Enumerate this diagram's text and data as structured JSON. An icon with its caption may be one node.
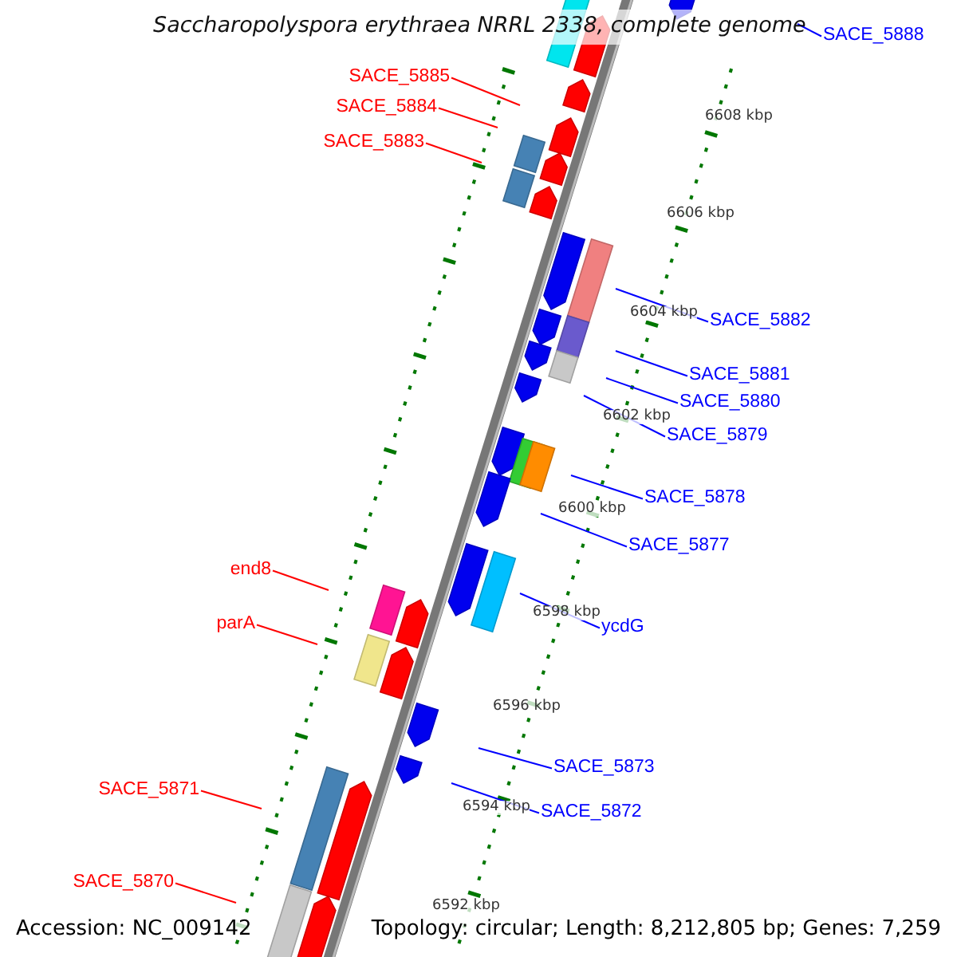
{
  "diagram": {
    "title": "Saccharopolyspora erythraea NRRL 2338, complete genome",
    "nodes": [
      {
        "text": [
          "SACE_5888"
        ]
      },
      {
        "text": [
          "SACE_5885"
        ]
      },
      {
        "text": [
          "SACE_5884"
        ]
      },
      {
        "text": [
          "SACE_5883"
        ]
      },
      {
        "text": [
          "SACE_5882"
        ]
      },
      {
        "text": [
          "SACE_5881"
        ]
      },
      {
        "text": [
          "SACE_5880"
        ]
      },
      {
        "text": [
          "SACE_5879"
        ]
      },
      {
        "text": [
          "SACE_5878"
        ]
      },
      {
        "text": [
          "SACE_5877"
        ]
      },
      {
        "text": [
          "end8"
        ]
      },
      {
        "text": [
          "ycdG"
        ]
      },
      {
        "text": [
          "parA"
        ]
      },
      {
        "text": [
          "SACE_5873"
        ]
      },
      {
        "text": [
          "SACE_5871"
        ]
      },
      {
        "text": [
          "SACE_5872"
        ]
      },
      {
        "text": [
          "SACE_5870"
        ]
      }
    ],
    "edges": [
      {
        "from": 0,
        "to": null,
        "arrow": "none"
      },
      {
        "from": 1,
        "to": null,
        "arrow": "none",
        "color": "#ff0000"
      },
      {
        "from": 2,
        "to": null,
        "arrow": "none",
        "color": "#ff0000"
      },
      {
        "from": 3,
        "to": null,
        "arrow": "none",
        "color": "#ff0000"
      },
      {
        "from": 4,
        "to": null,
        "arrow": "none"
      },
      {
        "from": 5,
        "to": null,
        "arrow": "none"
      },
      {
        "from": 6,
        "to": null,
        "arrow": "none"
      },
      {
        "from": 7,
        "to": null,
        "arrow": "none"
      },
      {
        "from": 8,
        "to": null,
        "arrow": "none"
      },
      {
        "from": 9,
        "to": null,
        "arrow": "none"
      },
      {
        "from": 10,
        "to": null,
        "arrow": "none",
        "color": "#ff0000"
      },
      {
        "from": 11,
        "to": null,
        "arrow": "none"
      },
      {
        "from": 12,
        "to": null,
        "arrow": "none",
        "color": "#ff0000"
      },
      {
        "from": 13,
        "to": null,
        "arrow": "none"
      },
      {
        "from": 14,
        "to": null,
        "arrow": "none",
        "color": "#ff0000"
      },
      {
        "from": 15,
        "to": null,
        "arrow": "none"
      },
      {
        "from": 16,
        "to": null,
        "arrow": "none",
        "color": "#ff0000"
      }
    ],
    "labels": [
      "6608 kbp",
      "6606 kbp",
      "6604 kbp",
      "6602 kbp",
      "6600 kbp",
      "6598 kbp",
      "6596 kbp",
      "6594 kbp",
      "6592 kbp",
      "Accession: NC_009142",
      "Topology: circular; Length: 8,212,805 bp; Genes: 7,259"
    ]
  }
}
